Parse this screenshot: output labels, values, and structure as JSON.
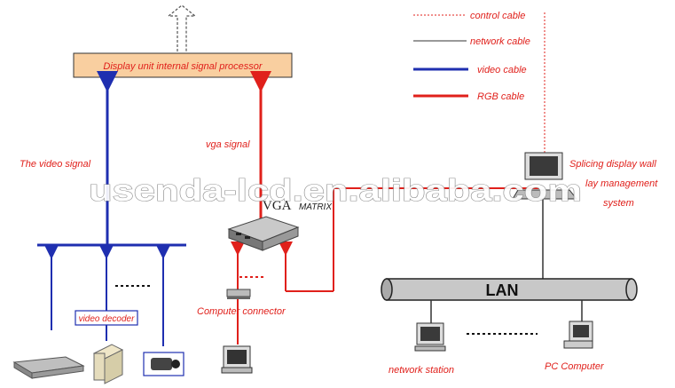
{
  "legend": {
    "control_cable": "control cable",
    "network_cable": "network cable",
    "video_cable": "video cable",
    "rgb_cable": "RGB cable"
  },
  "processor_label": "Display unit internal signal processor",
  "video_signal_label": "The video signal",
  "vga_signal_label": "vga signal",
  "vga_matrix": {
    "vga": "VGA",
    "matrix": "MATRIX"
  },
  "video_decoder_label": "video decoder",
  "computer_connector_label": "Computer connector",
  "splicing_label": {
    "line1": "Splicing display wall",
    "line2": "lay management",
    "line3": "system"
  },
  "lan_label": "LAN",
  "network_station_label": "network station",
  "pc_computer_label": "PC Computer",
  "watermark": "usenda-lcd.en.alibaba.com",
  "colors": {
    "red": "#e0201b",
    "blue": "#1f2fb0",
    "processor_fill": "#f9cfa0",
    "lan_fill": "#c8c8c8"
  }
}
